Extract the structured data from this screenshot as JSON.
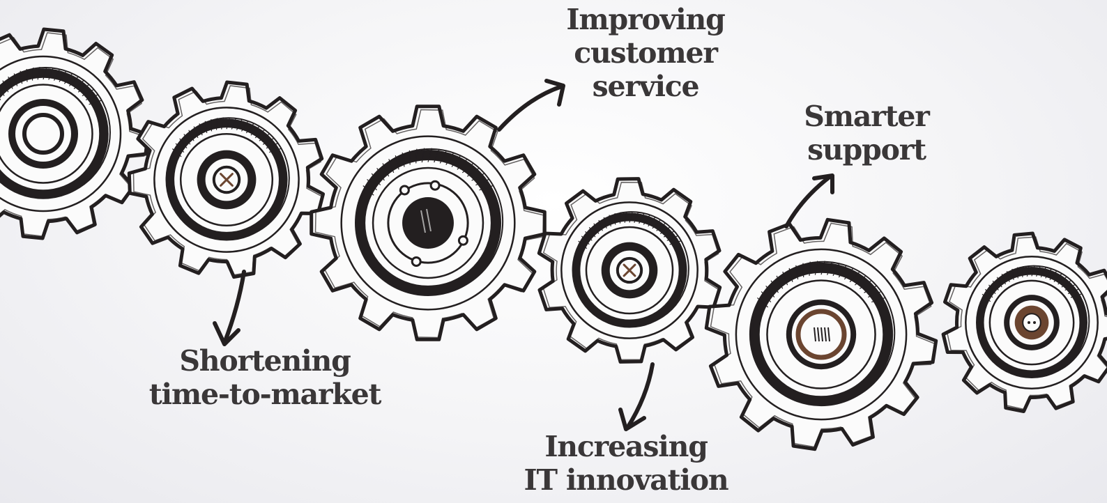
{
  "labels": {
    "improving": [
      "Improving",
      "customer",
      "service"
    ],
    "smarter": [
      "Smarter",
      "support"
    ],
    "shortening": [
      "Shortening",
      "time-to-market"
    ],
    "increasing": [
      "Increasing",
      "IT innovation"
    ]
  },
  "colors": {
    "ink": "#231f20",
    "text": "#3a3738",
    "accent_brown": "#6b4530"
  }
}
